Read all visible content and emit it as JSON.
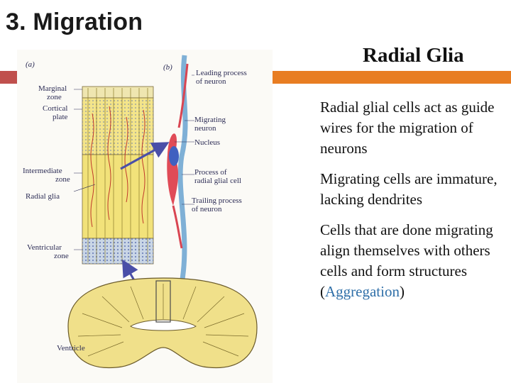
{
  "slide": {
    "heading": "3. Migration",
    "title": "Radial Glia",
    "bullets": [
      {
        "text": "Radial glial cells act as guide wires for the migration of neurons"
      },
      {
        "text": "Migrating cells are immature, lacking dendrites"
      },
      {
        "text_before": "Cells that are done migrating align themselves with others cells and form structures (",
        "highlight": "Aggregation",
        "text_after": ")"
      }
    ],
    "colors": {
      "accent_orange": "#e87d22",
      "accent_red": "#c0504d",
      "highlight_blue": "#2f6fa8"
    }
  },
  "figure": {
    "panel_a": "(a)",
    "panel_b": "(b)",
    "labels": {
      "marginal_zone": [
        "Marginal",
        "zone"
      ],
      "cortical_plate": [
        "Cortical",
        "plate"
      ],
      "intermediate_zone": [
        "Intermediate",
        "zone"
      ],
      "radial_glia": "Radial glia",
      "ventricular_zone": [
        "Ventricular",
        "zone"
      ],
      "ventricle": "Ventricle",
      "leading_process": [
        "Leading process",
        "of neuron"
      ],
      "migrating_neuron": [
        "Migrating",
        "neuron"
      ],
      "nucleus": "Nucleus",
      "process_of_radial_glial_cell": [
        "Process of",
        "radial glial cell"
      ],
      "trailing_process": [
        "Trailing process",
        "of neuron"
      ]
    }
  }
}
